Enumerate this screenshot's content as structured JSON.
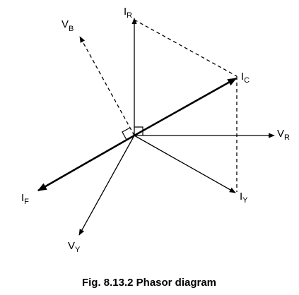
{
  "phasors": {
    "I_R": {
      "main": "I",
      "sub": "R"
    },
    "I_C": {
      "main": "I",
      "sub": "C"
    },
    "V_R": {
      "main": "V",
      "sub": "R"
    },
    "I_Y": {
      "main": "I",
      "sub": "Y"
    },
    "V_Y": {
      "main": "V",
      "sub": "Y"
    },
    "I_F": {
      "main": "I",
      "sub": "F"
    },
    "V_B": {
      "main": "V",
      "sub": "B"
    }
  },
  "caption": "Fig. 8.13.2 Phasor diagram",
  "colors": {
    "ink": "#000000",
    "background": "#ffffff"
  }
}
